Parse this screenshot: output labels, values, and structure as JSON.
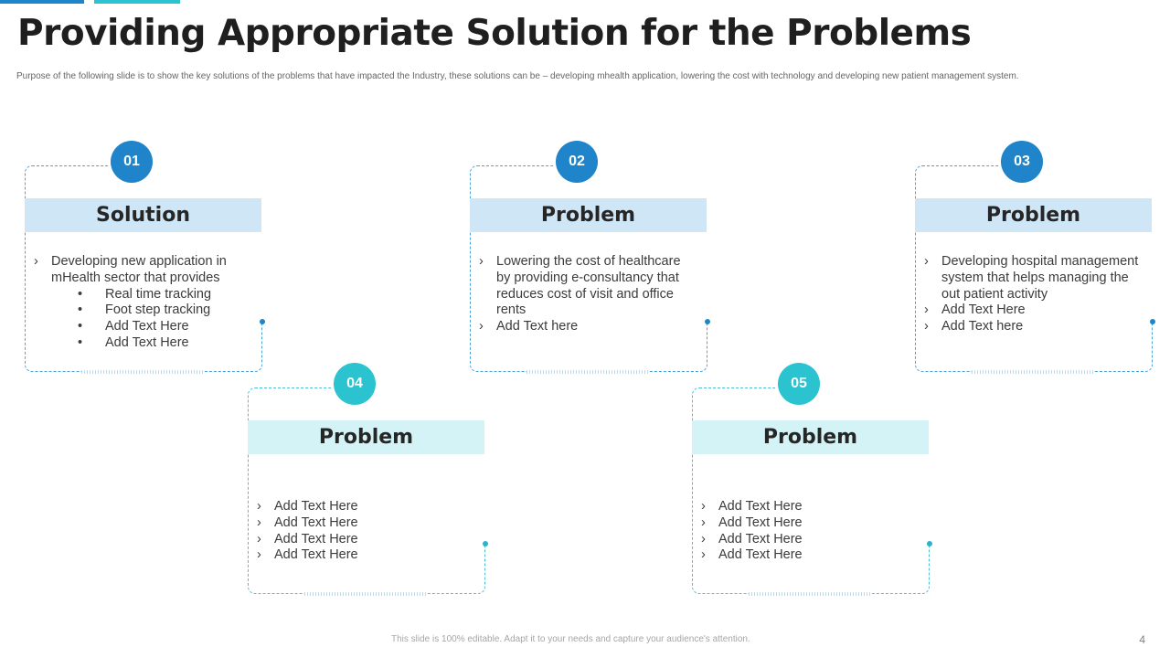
{
  "title": "Providing Appropriate Solution for the Problems",
  "subtitle": "Purpose of the following slide is to show the key solutions of the problems that have impacted the Industry, these solutions can be – developing mhealth application, lowering the cost with technology and developing new patient management system.",
  "colors": {
    "blue": "#1f84c9",
    "teal": "#2bc3cf",
    "blue_header": "#cfe6f7",
    "teal_header": "#d4f3f6"
  },
  "cards": [
    {
      "number": "01",
      "heading": "Solution",
      "items": [
        "Developing new application in mHealth sector that provides"
      ],
      "subitems": [
        "Real time tracking",
        "Foot step tracking",
        "Add Text Here",
        "Add Text Here"
      ]
    },
    {
      "number": "02",
      "heading": "Problem",
      "items": [
        "Lowering the cost of healthcare by providing e-consultancy that reduces cost of visit and office rents",
        "Add Text here"
      ]
    },
    {
      "number": "03",
      "heading": "Problem",
      "items": [
        "Developing hospital management system that helps managing the out patient activity",
        "Add Text Here",
        "Add Text here"
      ]
    },
    {
      "number": "04",
      "heading": "Problem",
      "items": [
        "Add Text Here",
        "Add Text Here",
        "Add Text Here",
        "Add Text Here"
      ]
    },
    {
      "number": "05",
      "heading": "Problem",
      "items": [
        "Add Text Here",
        "Add Text Here",
        "Add Text Here",
        "Add Text Here"
      ]
    }
  ],
  "footer": "This slide is 100% editable. Adapt it to your needs and capture your audience's attention.",
  "page_number": "4"
}
